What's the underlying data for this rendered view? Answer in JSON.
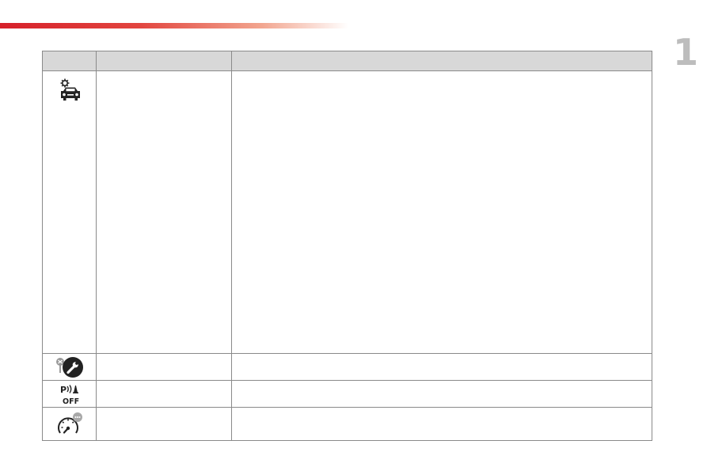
{
  "page": {
    "chapter_number": "1"
  },
  "table": {
    "headers": [
      "",
      "",
      ""
    ],
    "rows": [
      {
        "icon": "car-settings-icon",
        "label": "",
        "description": ""
      },
      {
        "icon": "service-wrench-icon",
        "label": "",
        "description": ""
      },
      {
        "icon": "park-assist-off-icon",
        "icon_text": [
          "P",
          "OFF"
        ],
        "label": "",
        "description": ""
      },
      {
        "icon": "speed-limiter-icon",
        "label": "",
        "description": ""
      }
    ]
  },
  "colors": {
    "accent": "#d6202a",
    "header_bg": "#d8d8d8",
    "border": "#8a8a8a",
    "chapter_gray": "#bdbdbd"
  }
}
